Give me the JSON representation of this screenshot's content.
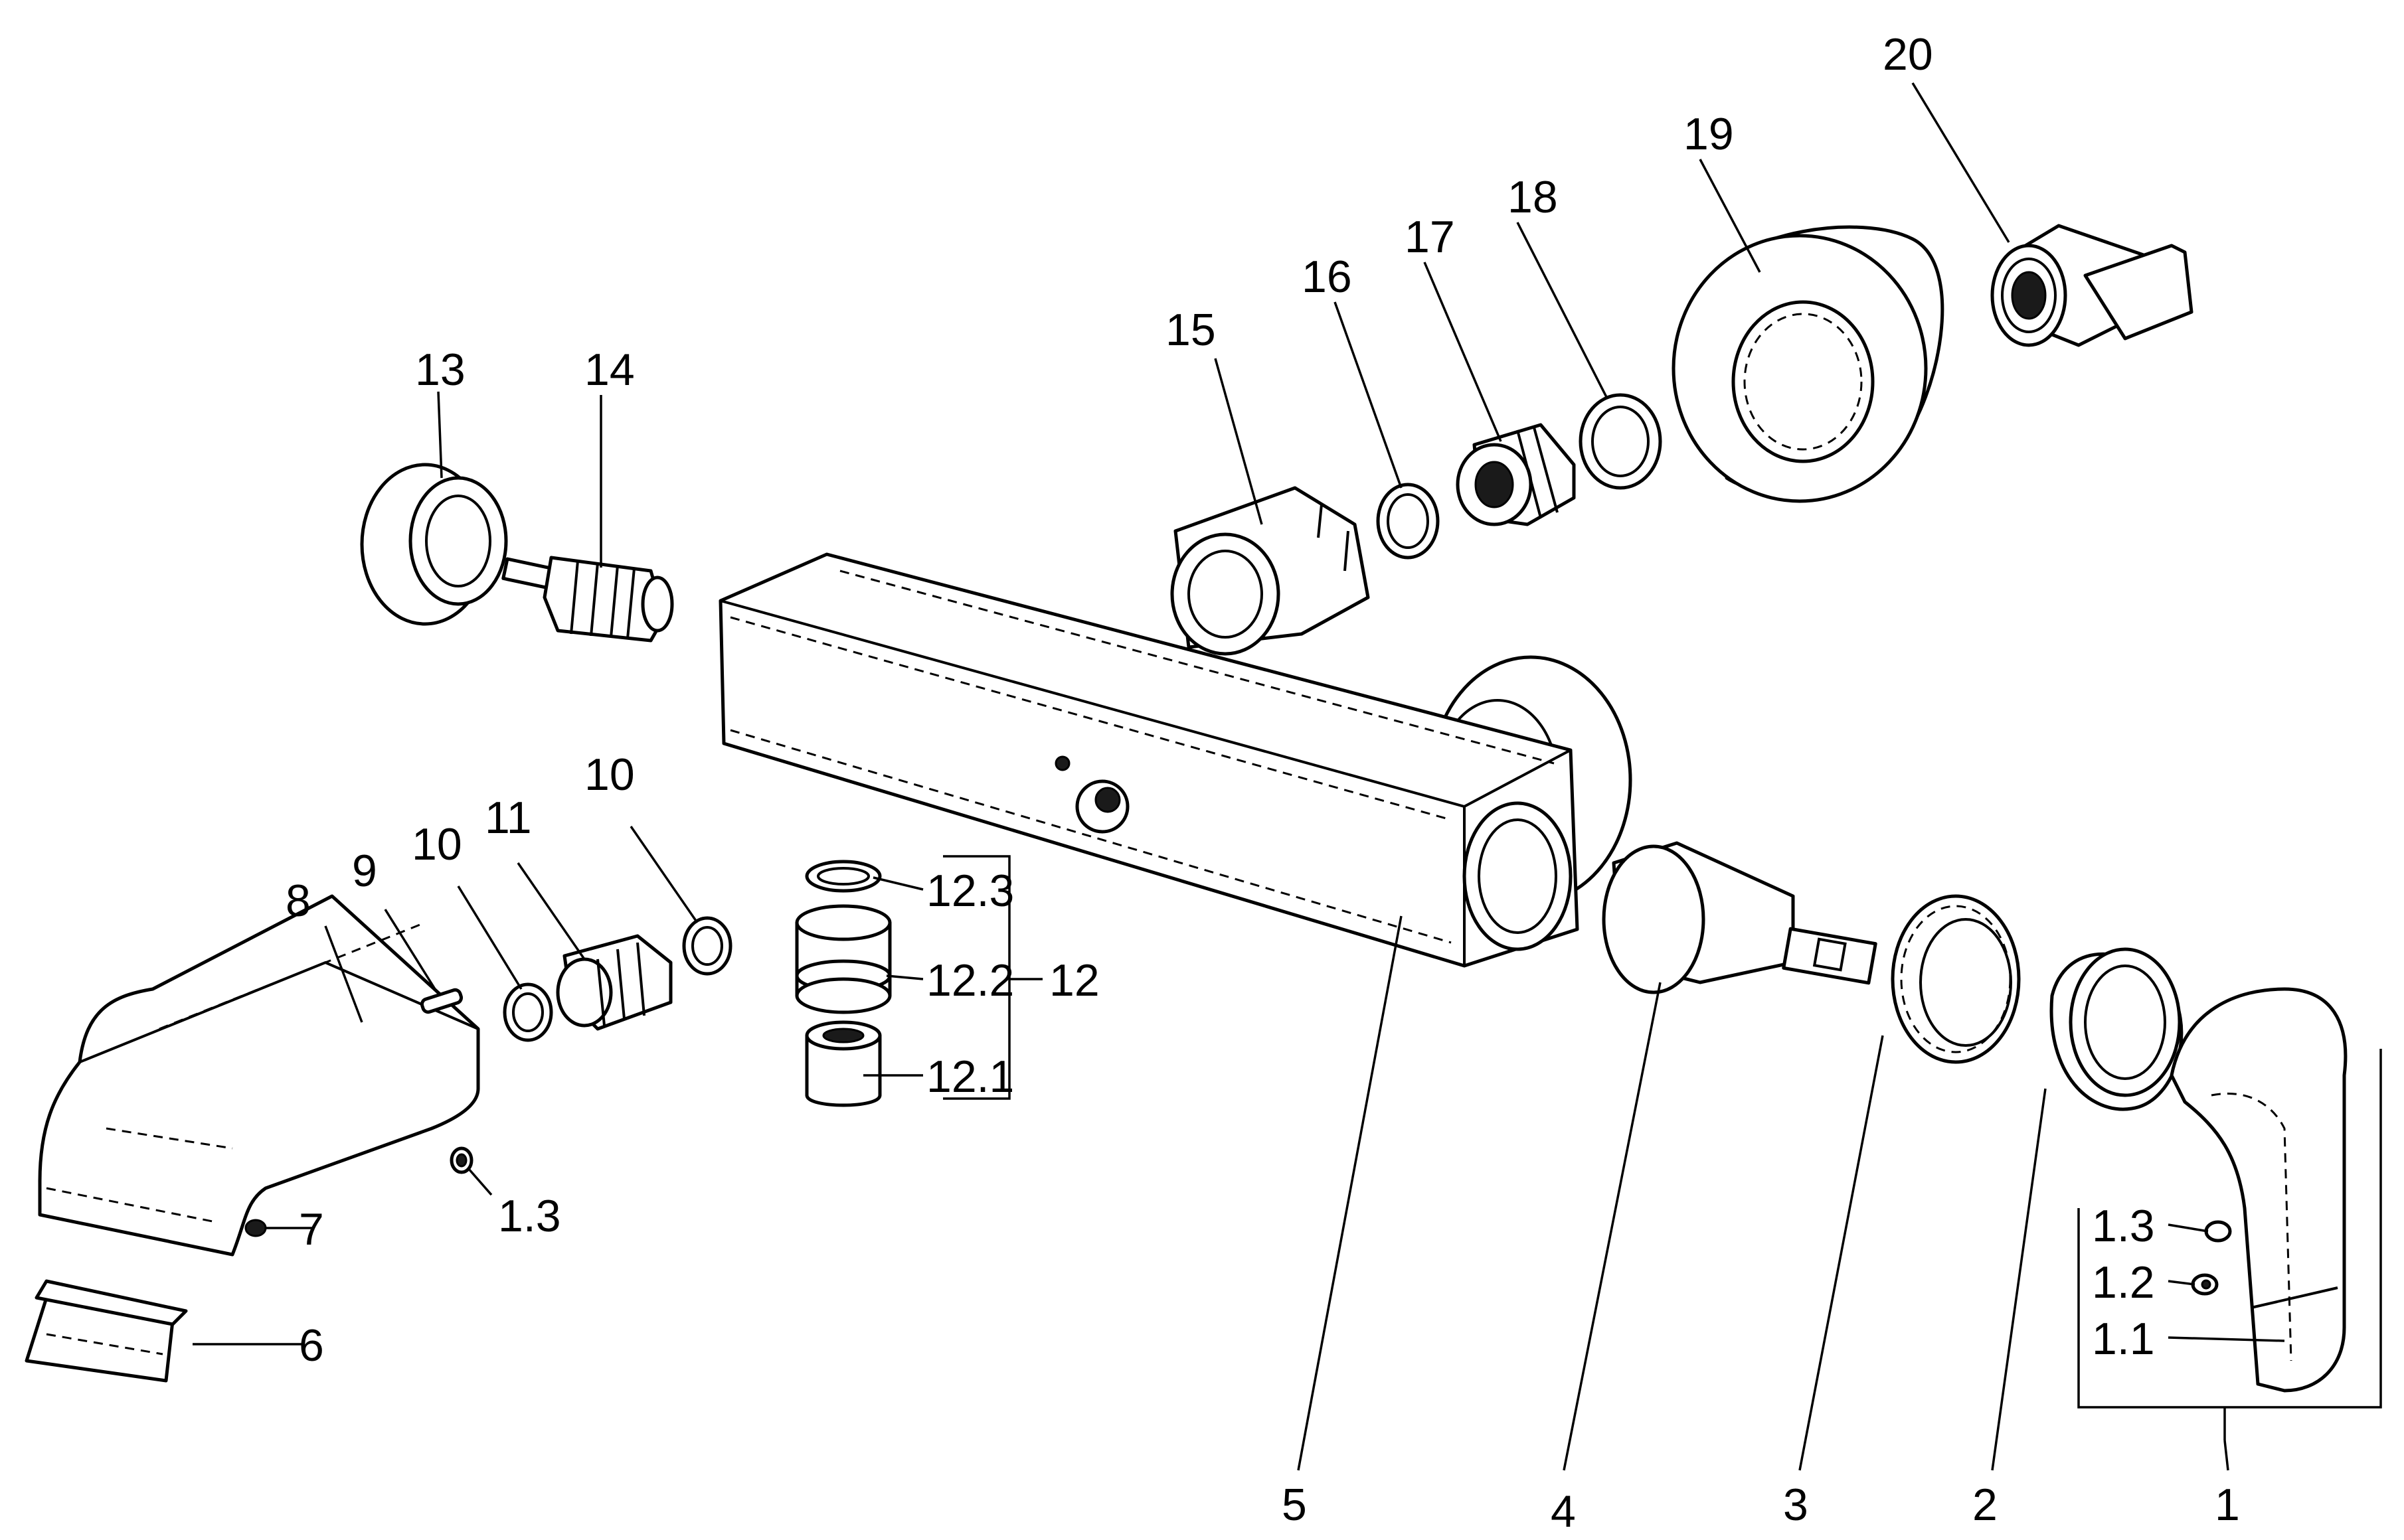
{
  "labels": {
    "p1": "1",
    "p1_1": "1.1",
    "p1_2": "1.2",
    "p1_3a": "1.3",
    "p1_3b": "1.3",
    "p2": "2",
    "p3": "3",
    "p4": "4",
    "p5": "5",
    "p6": "6",
    "p7": "7",
    "p8": "8",
    "p9": "9",
    "p10a": "10",
    "p10b": "10",
    "p11": "11",
    "p12": "12",
    "p12_1": "12.1",
    "p12_2": "12.2",
    "p12_3": "12.3",
    "p13": "13",
    "p14": "14",
    "p15": "15",
    "p16": "16",
    "p17": "17",
    "p18": "18",
    "p19": "19",
    "p20": "20"
  }
}
